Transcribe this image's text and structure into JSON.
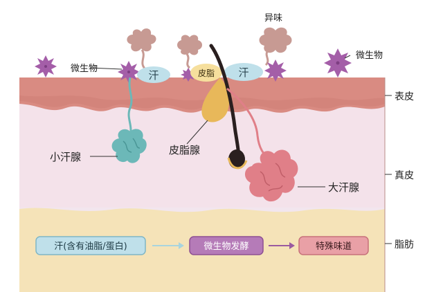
{
  "labels": {
    "odor": "异味",
    "microbe_left": "微生物",
    "microbe_right": "微生物",
    "sweat_left": "汗",
    "sweat_right": "汗",
    "sebum": "皮脂",
    "epidermis": "表皮",
    "dermis": "真皮",
    "fat": "脂肪",
    "eccrine_gland": "小汗腺",
    "sebaceous_gland": "皮脂腺",
    "apocrine_gland": "大汗腺"
  },
  "flow": {
    "step1": "汗(含有油脂/蛋白)",
    "step2": "微生物发酵",
    "step3": "特殊味道"
  },
  "colors": {
    "epidermis": "#d98b82",
    "dermis": "#f4e2ea",
    "fat": "#f5e3b8",
    "microbe": "#a45ea8",
    "sweat": "#bfe0ea",
    "sebum": "#e8b85a",
    "eccrine": "#6cb8b8",
    "apocrine": "#e07f88",
    "odor": "#c79a93",
    "hair": "#2a1f1f"
  }
}
